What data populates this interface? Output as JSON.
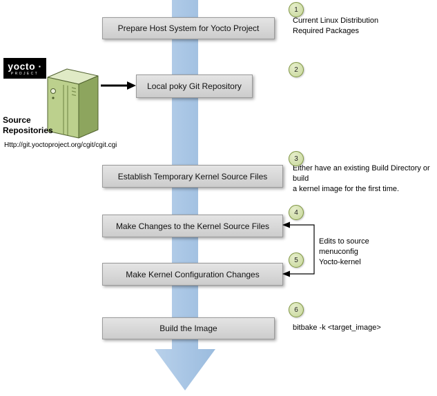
{
  "title": "Yocto Project kernel workflow diagram",
  "steps": [
    {
      "num": "1",
      "label": "Prepare Host System for Yocto Project"
    },
    {
      "num": "2",
      "label": "Local poky Git Repository"
    },
    {
      "num": "3",
      "label": "Establish Temporary Kernel Source Files"
    },
    {
      "num": "4",
      "label": "Make Changes to the Kernel Source Files"
    },
    {
      "num": "5",
      "label": "Make Kernel Configuration Changes"
    },
    {
      "num": "6",
      "label": "Build the Image"
    }
  ],
  "notes": {
    "step1": "Current Linux Distribution\nRequired Packages",
    "step3": "Either have an existing Build Directory or build\na kernel image for the first time.",
    "bracket": "Edits to source\nmenuconfig\nYocto-kernel",
    "step6": "bitbake -k <target_image>"
  },
  "logo": {
    "main": "yocto ·",
    "sub": "PROJECT"
  },
  "source_repositories": {
    "title": "Source\nRepositories",
    "url": "Http://git.yoctoproject.org/cgit/cgit.cgi"
  },
  "colors": {
    "flow_arrow": "#a9c6e5",
    "box_fill": "#d9d9d9",
    "box_border": "#9a9a9a",
    "circle_fill": "#c6d69a",
    "circle_border": "#7e9540",
    "server_front": "#bcd08d",
    "server_top": "#e0eac6",
    "server_side": "#8da55e",
    "logo_bg": "#000000"
  }
}
